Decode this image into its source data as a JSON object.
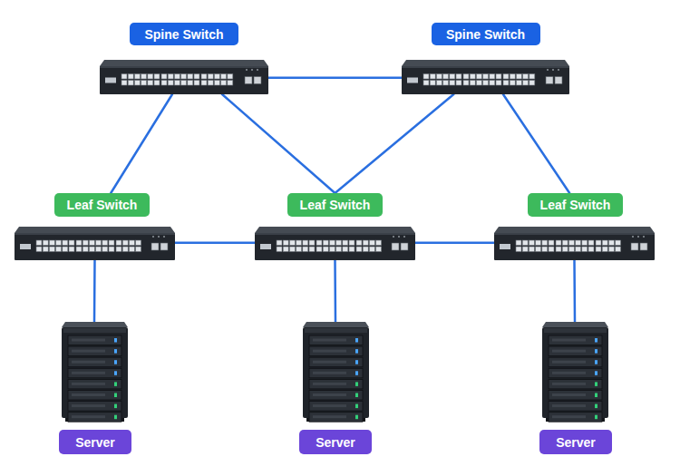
{
  "diagram": {
    "nodes": [
      {
        "text": [
          "Spine Switch"
        ]
      },
      {
        "text": [
          "Spine Switch"
        ]
      },
      {
        "text": [
          "Leaf Switch"
        ]
      },
      {
        "text": [
          "Leaf Switch"
        ]
      },
      {
        "text": [
          "Leaf Switch"
        ]
      },
      {
        "text": [
          "Server"
        ]
      },
      {
        "text": [
          "Server"
        ]
      },
      {
        "text": [
          "Server"
        ]
      }
    ],
    "edges": [
      {
        "from": 0,
        "to": 1,
        "arrow": "none"
      },
      {
        "from": 0,
        "to": 2,
        "arrow": "none"
      },
      {
        "from": 0,
        "to": 3,
        "arrow": "none"
      },
      {
        "from": 1,
        "to": 3,
        "arrow": "none"
      },
      {
        "from": 1,
        "to": 4,
        "arrow": "none"
      },
      {
        "from": 2,
        "to": 3,
        "arrow": "none"
      },
      {
        "from": 3,
        "to": 4,
        "arrow": "none"
      },
      {
        "from": 2,
        "to": 5,
        "arrow": "none"
      },
      {
        "from": 3,
        "to": 6,
        "arrow": "none"
      },
      {
        "from": 4,
        "to": 7,
        "arrow": "none"
      }
    ]
  }
}
